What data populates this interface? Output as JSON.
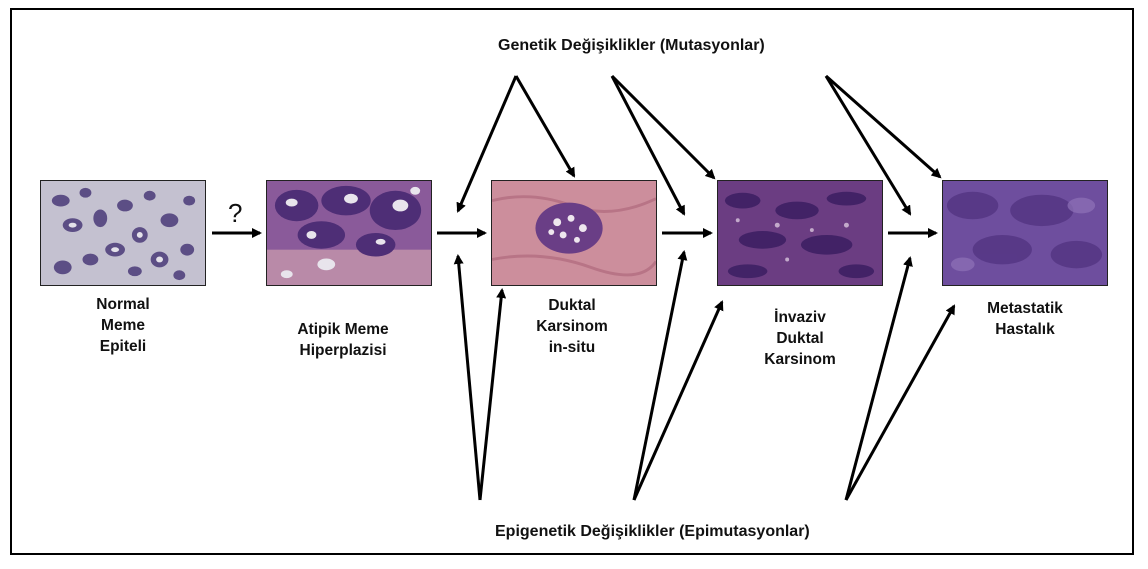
{
  "top_heading": "Genetik Değişiklikler (Mutasyonlar)",
  "bottom_heading": "Epigenetik Değişiklikler (Epimutasyonlar)",
  "question_mark": "?",
  "stages": [
    {
      "lines": [
        "Normal",
        "Meme",
        "Epiteli"
      ],
      "image": "normal-epithelium-histology"
    },
    {
      "lines": [
        "Atipik Meme",
        "Hiperplazisi"
      ],
      "image": "atypical-hyperplasia-histology"
    },
    {
      "lines": [
        "Duktal",
        "Karsinom",
        "in-situ"
      ],
      "image": "dcis-histology"
    },
    {
      "lines": [
        "İnvaziv",
        "Duktal",
        "Karsinom"
      ],
      "image": "invasive-carcinoma-histology"
    },
    {
      "lines": [
        "Metastatik",
        "Hastalık"
      ],
      "image": "metastatic-histology"
    }
  ],
  "colors": {
    "stain_purple": "#5a3a8a",
    "stain_pink": "#c98a9a",
    "normal_bg": "#b9b6c8",
    "arrow": "#000000"
  }
}
